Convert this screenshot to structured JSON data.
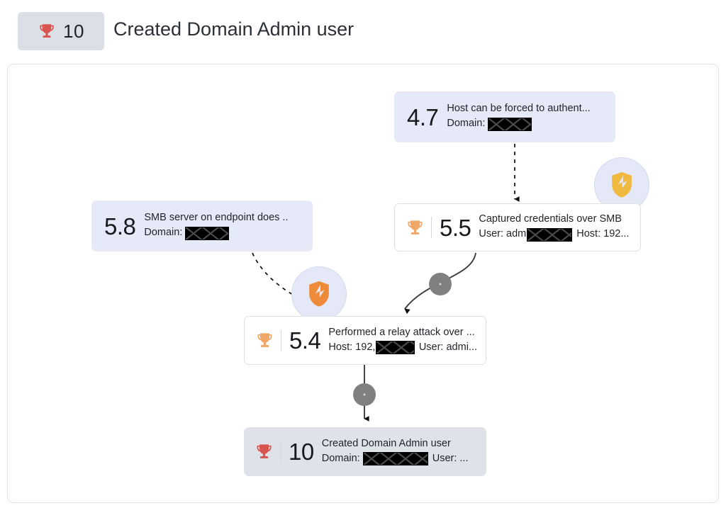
{
  "header": {
    "badge_score": "10",
    "badge_icon": "trophy-icon",
    "title": "Created Domain Admin user"
  },
  "graph": {
    "nodes": [
      {
        "id": "n-4-7",
        "score": "4.7",
        "title": "Host can be forced to authent...",
        "detail_prefix": "Domain:",
        "detail_suffix": "",
        "icon": "shield-crack-icon",
        "icon_color": "#f0b93f",
        "style": "plain",
        "has_bubble": true
      },
      {
        "id": "n-5-8",
        "score": "5.8",
        "title": "SMB server on endpoint does ..",
        "detail_prefix": "Domain:",
        "detail_suffix": "",
        "icon": "shield-crack-icon",
        "icon_color": "#ee8b3a",
        "style": "plain",
        "has_bubble": true
      },
      {
        "id": "n-5-5",
        "score": "5.5",
        "title": "Captured credentials over SMB",
        "detail_prefix": "User: adm",
        "detail_suffix": "Host: 192...",
        "icon": "trophy-icon",
        "icon_color": "#f0a868",
        "style": "white",
        "has_bubble": false
      },
      {
        "id": "n-5-4",
        "score": "5.4",
        "title": "Performed a relay attack over ...",
        "detail_prefix": "Host: 192,",
        "detail_suffix": "User: admi...",
        "icon": "trophy-icon",
        "icon_color": "#f0a868",
        "style": "white",
        "has_bubble": false
      },
      {
        "id": "n-10",
        "score": "10",
        "title": "Created Domain Admin user",
        "detail_prefix": "Domain:",
        "detail_suffix": "User: ...",
        "icon": "trophy-icon",
        "icon_color": "#d9534f",
        "style": "grey",
        "has_bubble": false
      }
    ],
    "edges": [
      {
        "from": "n-4-7",
        "to": "n-5-5",
        "style": "dashed",
        "badge": false
      },
      {
        "from": "n-5-8",
        "to": "n-5-4",
        "style": "dashed",
        "badge": false
      },
      {
        "from": "n-5-5",
        "to": "n-5-4",
        "style": "solid",
        "badge": true
      },
      {
        "from": "n-5-4",
        "to": "n-10",
        "style": "solid",
        "badge": true
      }
    ],
    "edge_badge_color": "#808080"
  },
  "colors": {
    "header_badge_bg": "#dcdfe5",
    "node_plain_bg": "#e6eaf8",
    "node_grey_bg": "#dfe2e8",
    "bubble_bg": "#e4e8f7",
    "trophy_red": "#d9534f",
    "trophy_orange": "#f0a868",
    "shield_yellow": "#f0b93f",
    "shield_orange": "#ee8b3a",
    "canvas_border": "#e3e3e3"
  }
}
